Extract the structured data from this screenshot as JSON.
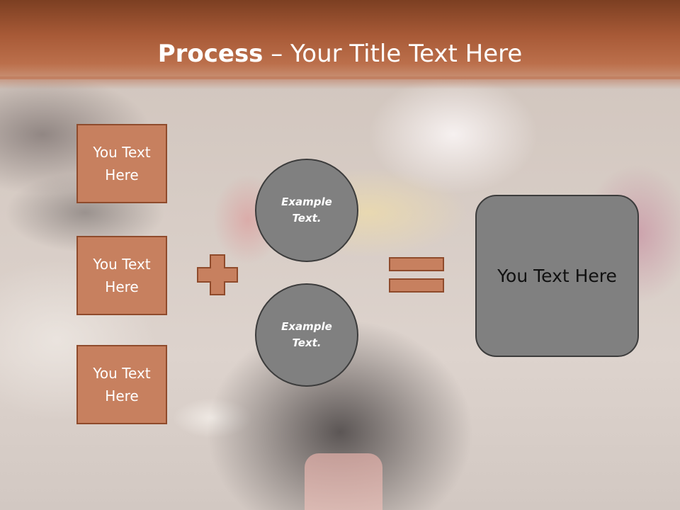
{
  "slide": {
    "title_bold": "Process",
    "title_rest": " – Your Title Text Here"
  },
  "left_boxes": [
    {
      "label": "You Text Here"
    },
    {
      "label": "You Text Here"
    },
    {
      "label": "You Text Here"
    }
  ],
  "circles": [
    {
      "label": "Example Text."
    },
    {
      "label": "Example Text."
    }
  ],
  "result": {
    "label": "You Text Here"
  },
  "colors": {
    "header": "#a85a37",
    "box_fill": "#c7805f",
    "box_border": "#8f4b2c",
    "circle_fill": "#808080",
    "circle_border": "#3c3c3c"
  },
  "icons": {
    "operator_1": "plus-icon",
    "operator_2": "equals-icon"
  }
}
